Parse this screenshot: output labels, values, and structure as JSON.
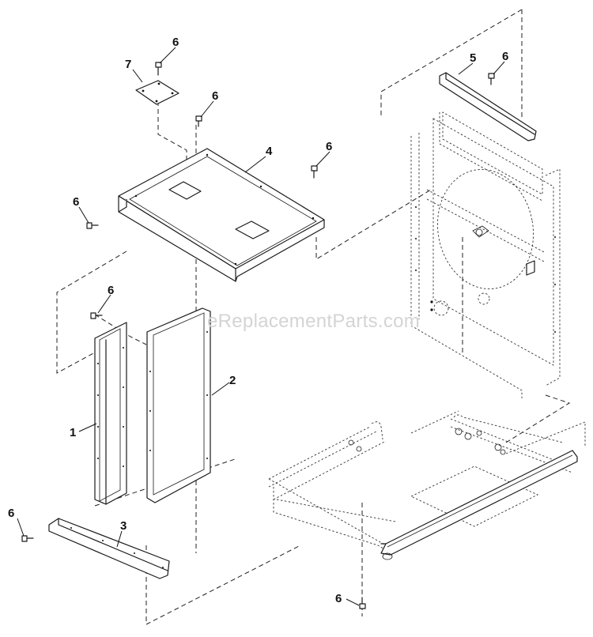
{
  "watermark": "eReplacementParts.com",
  "callouts": {
    "c1": "1",
    "c2": "2",
    "c3": "3",
    "c4": "4",
    "c5": "5",
    "c6a": "6",
    "c6b": "6",
    "c6c": "6",
    "c6d": "6",
    "c6e": "6",
    "c6f": "6",
    "c6g": "6",
    "c6h": "6",
    "c7": "7"
  }
}
